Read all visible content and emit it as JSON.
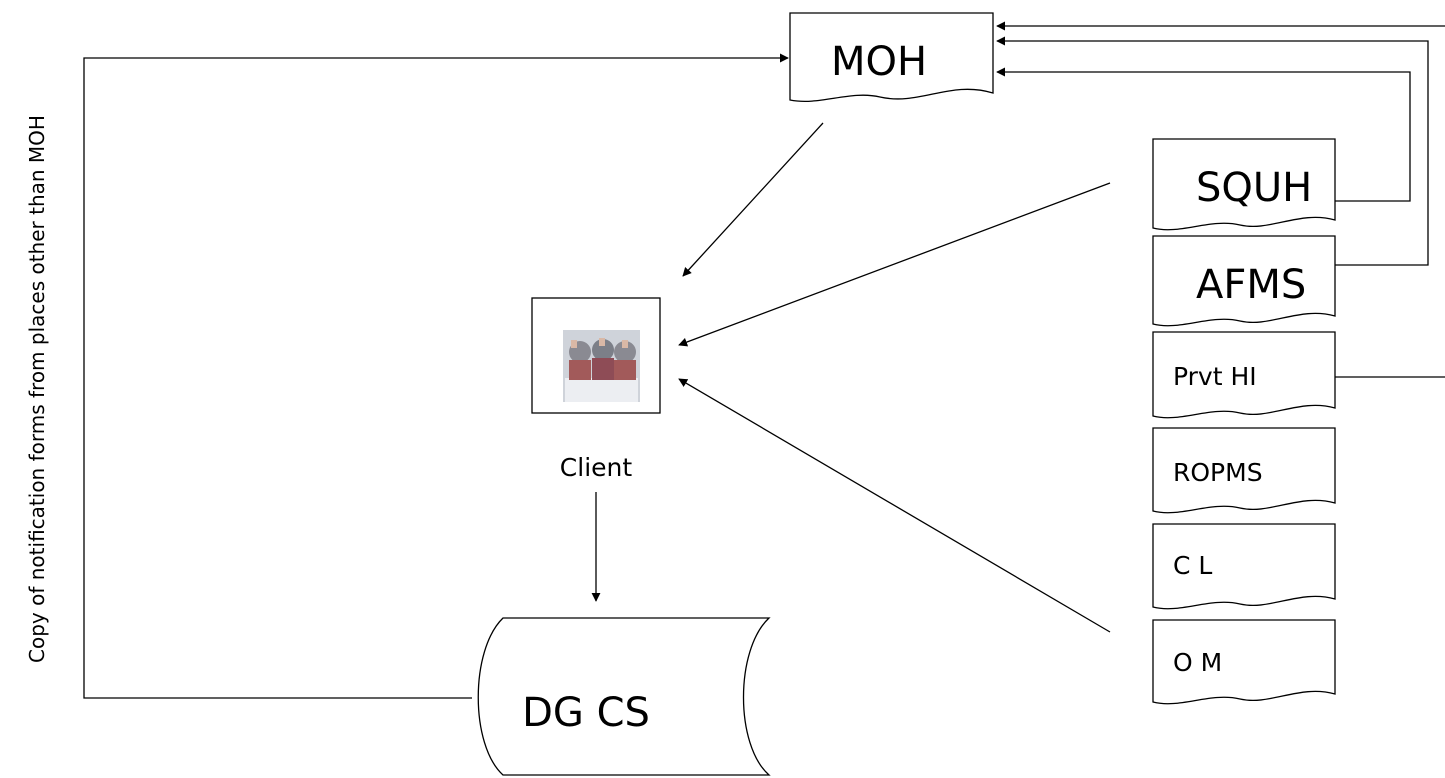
{
  "diagram": {
    "nodes": {
      "moh": "MOH",
      "squh": "SQUH",
      "afms": "AFMS",
      "prvt_hi": "Prvt HI",
      "ropms": "ROPMS",
      "cl": "C L",
      "om": "O M",
      "client": "Client",
      "dgcs": "DG CS"
    },
    "side_note": "Copy of notification forms from places other than MOH",
    "colors": {
      "stroke": "#000000",
      "fill": "#ffffff"
    },
    "icons": {
      "client": "people-group-icon"
    }
  }
}
